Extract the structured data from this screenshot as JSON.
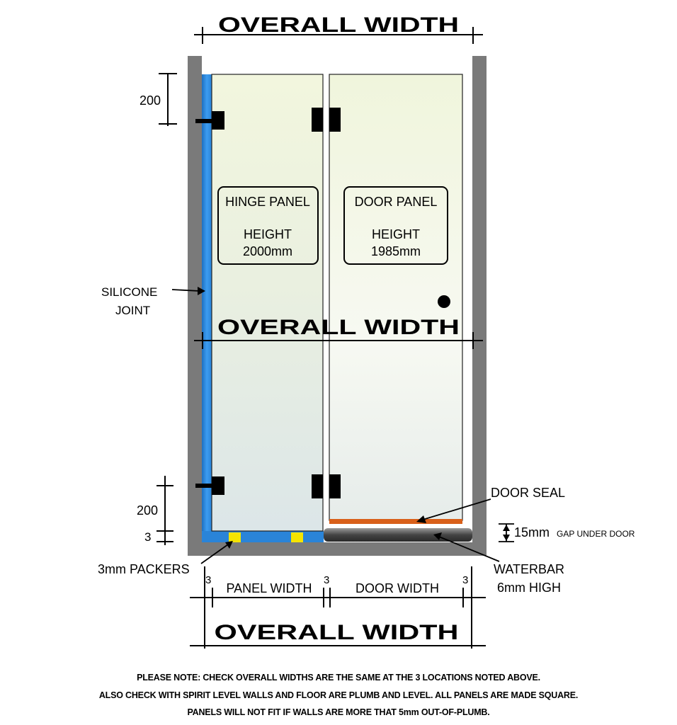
{
  "labels": {
    "overall_width_top": "OVERALL WIDTH",
    "overall_width_middle": "OVERALL WIDTH",
    "overall_width_bottom": "OVERALL WIDTH",
    "hinge_panel": {
      "title": "HINGE PANEL",
      "height_label": "HEIGHT",
      "height_value": "2000mm"
    },
    "door_panel": {
      "title": "DOOR PANEL",
      "height_label": "HEIGHT",
      "height_value": "1985mm"
    },
    "silicone_joint_line1": "SILICONE",
    "silicone_joint_line2": "JOINT",
    "dim_top_hinge": "200",
    "dim_bottom_hinge": "200",
    "dim_gap": "3",
    "door_seal": "DOOR SEAL",
    "gap_value": "15mm",
    "gap_text": "GAP UNDER DOOR",
    "packers": "3mm PACKERS",
    "waterbar_line1": "WATERBAR",
    "waterbar_line2": "6mm HIGH",
    "gap_left": "3",
    "gap_middle": "3",
    "gap_right": "3",
    "panel_width": "PANEL WIDTH",
    "door_width": "DOOR WIDTH"
  },
  "notes": [
    "PLEASE NOTE: CHECK OVERALL WIDTHS ARE THE SAME AT THE 3 LOCATIONS NOTED ABOVE.",
    "ALSO CHECK WITH SPIRIT LEVEL WALLS AND FLOOR ARE PLUMB AND LEVEL. ALL PANELS ARE MADE SQUARE.",
    "PANELS WILL NOT FIT IF WALLS ARE MORE THAT 5mm OUT-OF-PLUMB."
  ],
  "colors": {
    "wall": "#7a7a7a",
    "silicone": "#2f8fe0",
    "packer": "#f5e400",
    "door_seal": "#d9601a",
    "waterbar": "#555555",
    "glass": "#eef3dc"
  }
}
